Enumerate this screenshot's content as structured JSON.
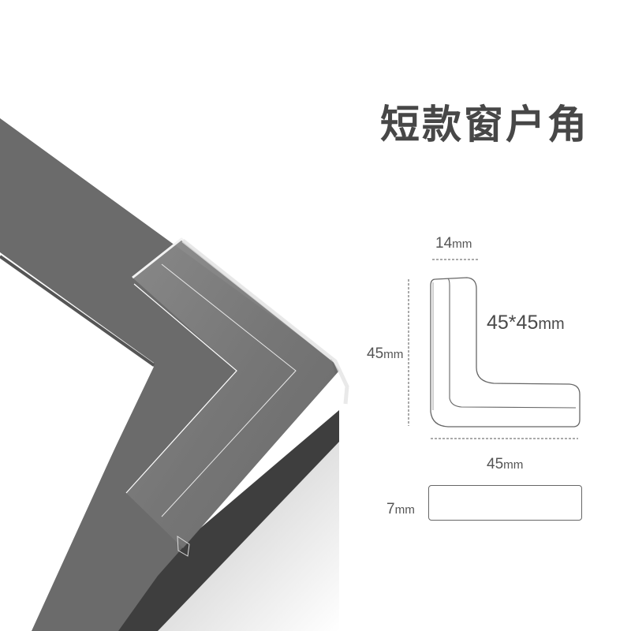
{
  "title": "短款窗户角",
  "product": {
    "name": "短款窗户角",
    "size_label": "45*45mm",
    "colors": {
      "frame": "#6b6b6b",
      "frame_dark": "#444444",
      "text": "#474747",
      "line": "#666666"
    }
  },
  "dimensions": {
    "width_top": {
      "value": "14",
      "unit": "mm"
    },
    "height_side": {
      "value": "45",
      "unit": "mm"
    },
    "overall": {
      "value": "45*45",
      "unit": "mm"
    },
    "width_bottom": {
      "value": "45",
      "unit": "mm"
    },
    "thickness": {
      "value": "7",
      "unit": "mm"
    }
  }
}
